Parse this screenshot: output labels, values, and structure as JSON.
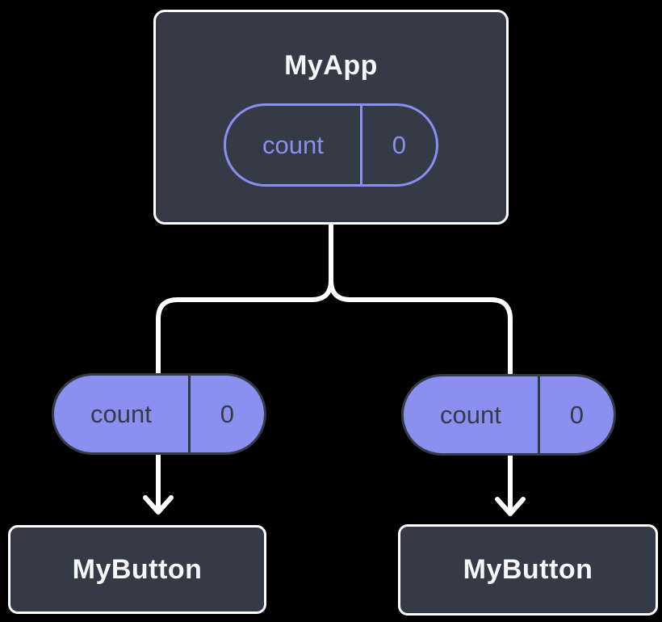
{
  "colors": {
    "background": "#000000",
    "node_bg": "#343A46",
    "node_border": "#FFFFFF",
    "node_text": "#F6F7F9",
    "purple": "#8A90F0",
    "pill_dark": "#343A46",
    "line": "#FFFFFF"
  },
  "nodes": {
    "parent": {
      "title": "MyApp",
      "state_pill": {
        "label": "count",
        "value": "0"
      }
    },
    "prop_pills": [
      {
        "label": "count",
        "value": "0"
      },
      {
        "label": "count",
        "value": "0"
      }
    ],
    "children": [
      {
        "title": "MyButton"
      },
      {
        "title": "MyButton"
      }
    ]
  }
}
